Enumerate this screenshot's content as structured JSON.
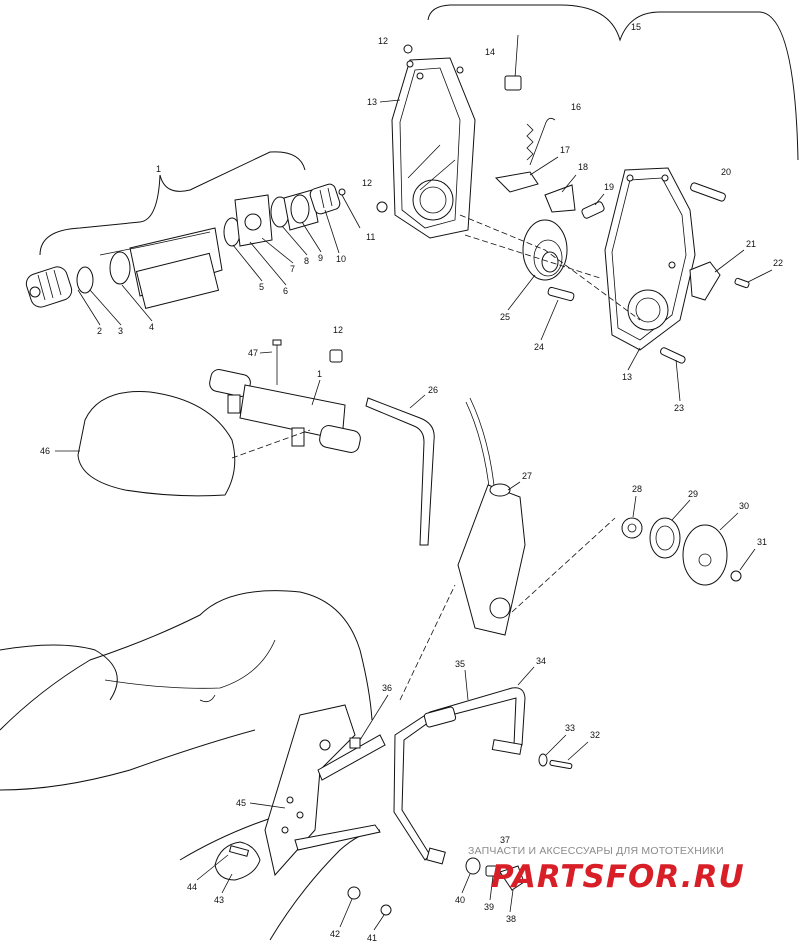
{
  "callouts": [
    "1",
    "2",
    "3",
    "4",
    "5",
    "6",
    "7",
    "8",
    "9",
    "10",
    "11",
    "12",
    "13",
    "14",
    "15",
    "16",
    "17",
    "18",
    "19",
    "20",
    "21",
    "22",
    "23",
    "24",
    "25",
    "26",
    "27",
    "28",
    "29",
    "30",
    "31",
    "32",
    "33",
    "34",
    "35",
    "36",
    "37",
    "38",
    "39",
    "40",
    "41",
    "42",
    "43",
    "44",
    "45",
    "46",
    "47"
  ],
  "watermark": {
    "tagline": "ЗАПЧАСТИ И АКСЕССУАРЫ ДЛЯ МОТОТЕХНИКИ",
    "logo": "PARTSFOR.RU",
    "logo_color": "#d81e27"
  }
}
